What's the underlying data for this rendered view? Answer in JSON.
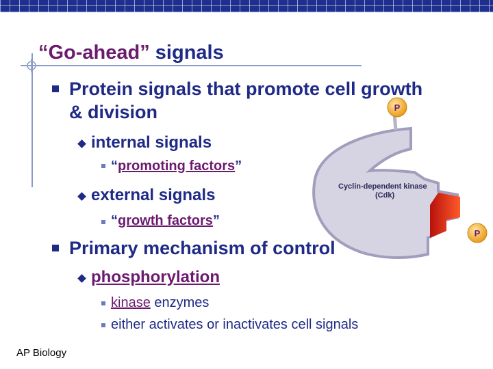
{
  "slide": {
    "title_quote_open": "“",
    "title_highlight": "Go-ahead",
    "title_quote_close": "”",
    "title_rest": " signals",
    "bullet1": "Protein signals that promote cell growth",
    "bullet1_cont": "& division",
    "sub1": "internal signals",
    "sub1a_open": "“",
    "sub1a_text": "promoting factors",
    "sub1a_close": "”",
    "sub2": "external signals",
    "sub2a_open": "“",
    "sub2a_text": "growth factors",
    "sub2a_close": "”",
    "bullet2": "Primary mechanism of control",
    "sub3": "phosphorylation",
    "sub3a_kinase": "kinase",
    "sub3a_rest": " enzymes",
    "sub3b": "either activates or inactivates cell signals",
    "footer": "AP Biology"
  },
  "diagram": {
    "enzyme_label_line1": "Cyclin-dependent kinase",
    "enzyme_label_line2": "(Cdk)",
    "phosphate_top": "P",
    "phosphate_right": "P",
    "colors": {
      "enzyme_fill": "#d6d3e2",
      "enzyme_outline": "#a49cbd",
      "phosphate": "#f4b63a",
      "pocket": "#ee2b1f"
    }
  },
  "colors": {
    "title": "#1e2a86",
    "highlight": "#6b1a6e",
    "bar": "#1f2f8f"
  }
}
